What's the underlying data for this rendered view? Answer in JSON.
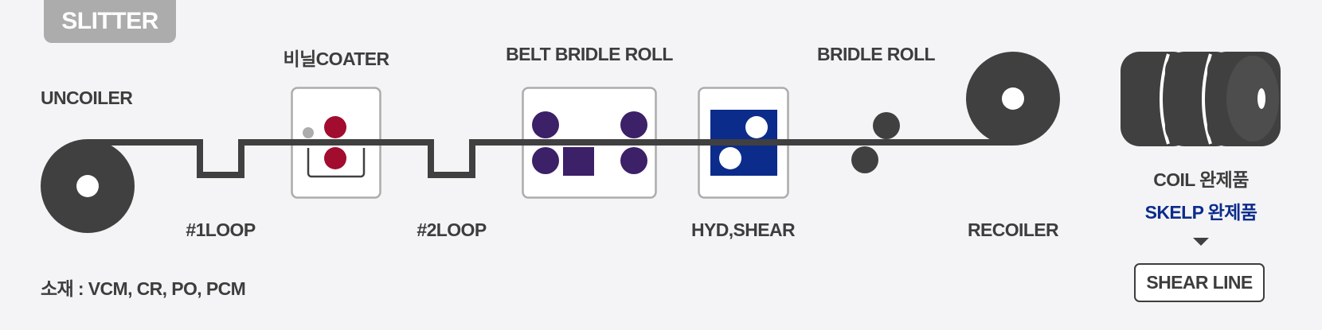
{
  "title": "SLITTER",
  "colors": {
    "background": "#f4f4f6",
    "machine_dark": "#404040",
    "coater_red": "#a20c2e",
    "bridle_purple": "#3c2068",
    "shear_blue": "#0c2c8c",
    "box_border": "#acacac",
    "badge_gray": "#acacac"
  },
  "equipment": {
    "uncoiler": "UNCOILER",
    "loop1": "#1LOOP",
    "coater": "비닐COATER",
    "loop2": "#2LOOP",
    "belt_bridle_roll": "BELT BRIDLE ROLL",
    "hyd_shear": "HYD,SHEAR",
    "bridle_roll": "BRIDLE ROLL",
    "recoiler": "RECOILER"
  },
  "products": {
    "coil": "COIL 완제품",
    "skelp": "SKELP 완제품",
    "next_line": "SHEAR LINE"
  },
  "material_note": "소재 : VCM, CR, PO, PCM"
}
